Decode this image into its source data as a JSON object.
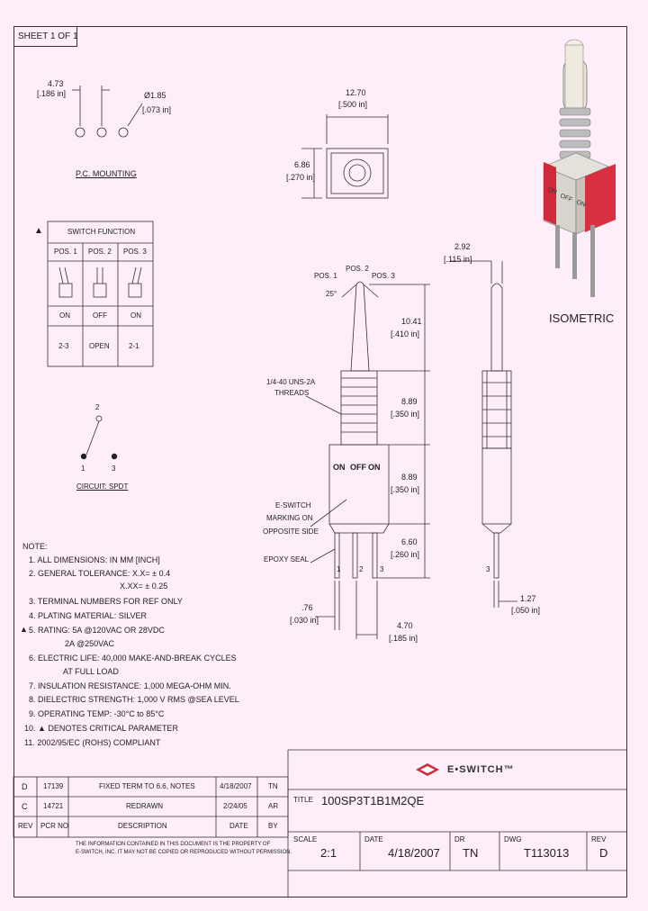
{
  "sheet": "SHEET 1 OF 1",
  "pc_mount": {
    "dim1_mm": "4.73",
    "dim1_in": "[.186 in]",
    "dim2_mm": "Ø1.85",
    "dim2_in": "[.073 in]",
    "label": "P.C. MOUNTING"
  },
  "front_dims": {
    "width_mm": "12.70",
    "width_in": "[.500 in]",
    "height_mm": "6.86",
    "height_in": "[.270 in]"
  },
  "switch_function": {
    "marker": "▲",
    "title": "SWITCH FUNCTION",
    "headers": [
      "POS. 1",
      "POS. 2",
      "POS. 3"
    ],
    "states": [
      "ON",
      "OFF",
      "ON"
    ],
    "connections": [
      "2-3",
      "OPEN",
      "2-1"
    ]
  },
  "circuit": {
    "pin_top": "2",
    "pin_left": "1",
    "pin_right": "3",
    "label": "CIRCUIT: SPDT"
  },
  "side": {
    "pos1": "POS. 1",
    "pos2": "POS. 2",
    "pos3": "POS. 3",
    "angle": "25°",
    "threads": "1/4-40 UNS-2A",
    "threads2": "THREADS",
    "on1": "ON",
    "off": "OFF",
    "on2": "ON",
    "marking1": "E-SWITCH",
    "marking2": "MARKING ON",
    "marking3": "OPPOSITE SIDE",
    "epoxy": "EPOXY SEAL",
    "t1": "1",
    "t2": "2",
    "t3": "3",
    "d1_mm": "10.41",
    "d1_in": "[.410 in]",
    "d2_mm": "8.89",
    "d2_in": "[.350 in]",
    "d3_mm": "8.89",
    "d3_in": "[.350 in]",
    "d4_mm": "6.60",
    "d4_in": "[.260 in]",
    "w1_mm": ".76",
    "w1_in": "[.030 in]",
    "w2_mm": "4.70",
    "w2_in": "[.185 in]"
  },
  "end_view": {
    "dia_mm": "2.92",
    "dia_in": "[.115 in]",
    "pin": "3",
    "w_mm": "1.27",
    "w_in": "[.050 in]"
  },
  "isometric": {
    "label": "ISOMETRIC",
    "mark1": "ON",
    "mark2": "OFF",
    "mark3": "ON"
  },
  "notes": {
    "title": "NOTE:",
    "items": [
      "1. ALL DIMENSIONS: IN MM [INCH]",
      "2. GENERAL TOLERANCE: X.X= ± 0.4",
      "X.XX= ± 0.25",
      "3. TERMINAL NUMBERS FOR REF ONLY",
      "4. PLATING MATERIAL: SILVER",
      "5. RATING: 5A @120VAC OR 28VDC",
      "2A @250VAC",
      "6. ELECTRIC LIFE: 40,000 MAKE-AND-BREAK CYCLES",
      "AT FULL LOAD",
      "7. INSULATION RESISTANCE: 1,000 MEGA-OHM MIN.",
      "8. DIELECTRIC STRENGTH: 1,000 V RMS @SEA LEVEL",
      "9. OPERATING TEMP: -30°C to 85°C",
      "10. ▲ DENOTES CRITICAL PARAMETER",
      "11. 2002/95/EC (ROHS) COMPLIANT"
    ],
    "marker5": "▲"
  },
  "revisions": {
    "rows": [
      {
        "rev": "D",
        "pcr": "17139",
        "desc": "FIXED TERM TO 6.6, NOTES",
        "date": "4/18/2007",
        "by": "TN"
      },
      {
        "rev": "C",
        "pcr": "14721",
        "desc": "REDRAWN",
        "date": "2/24/05",
        "by": "AR"
      }
    ],
    "headers": {
      "rev": "REV",
      "pcr": "PCR NO",
      "desc": "DESCRIPTION",
      "date": "DATE",
      "by": "BY"
    },
    "disclaimer1": "THE INFORMATION CONTAINED IN THIS DOCUMENT IS THE PROPERTY OF",
    "disclaimer2": "E-SWITCH, INC. IT MAY NOT BE COPIED OR REPRODUCED WITHOUT PERMISSION."
  },
  "title_block": {
    "brand": "E•SWITCH™",
    "title_label": "TITLE",
    "title": "100SP3T1B1M2QE",
    "scale_label": "SCALE",
    "scale": "2:1",
    "date_label": "DATE",
    "date": "4/18/2007",
    "dr_label": "DR",
    "dr": "TN",
    "dwg_label": "DWG",
    "dwg": "T113013",
    "rev_label": "REV",
    "rev": "D"
  }
}
